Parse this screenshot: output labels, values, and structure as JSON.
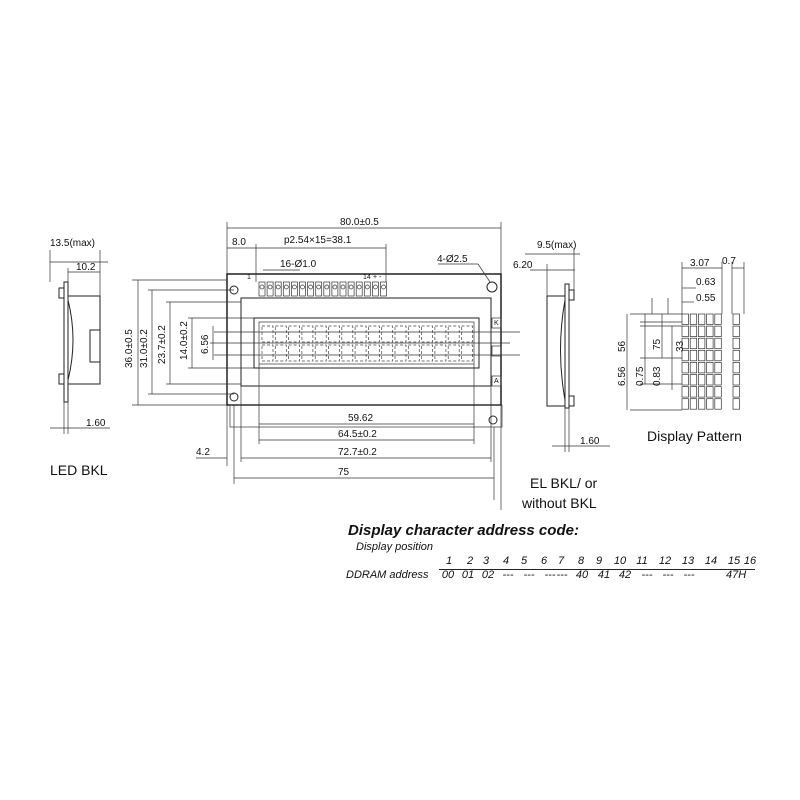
{
  "labels": {
    "led_bkl": "LED BKL",
    "el_bkl_line1": "EL BKL/ or",
    "el_bkl_line2": "without BKL",
    "display_pattern": "Display Pattern"
  },
  "dimensions": {
    "d_13_5_max": "13.5(max)",
    "d_10_2": "10.2",
    "d_1_60_left": "1.60",
    "d_80": "80.0±0.5",
    "d_8_0": "8.0",
    "d_pitch": "p2.54×15=38.1",
    "d_16_holes": "16-Ø1.0",
    "d_4_holes": "4-Ø2.5",
    "pin_1": "1",
    "pin_14": "14",
    "pin_sign": "+ -",
    "d_36": "36.0±0.5",
    "d_31": "31.0±0.2",
    "d_23_7": "23.7±0.2",
    "d_14": "14.0±0.2",
    "d_6_56_mid": "6.56",
    "d_59_62": "59.62",
    "d_64_5": "64.5±0.2",
    "d_72_7": "72.7±0.2",
    "d_75": "75",
    "d_4_2": "4.2",
    "pin_k": "K",
    "pin_a": "A",
    "d_9_5_max": "9.5(max)",
    "d_6_20": "6.20",
    "d_1_60_right": "1.60",
    "d_3_07": "3.07",
    "d_0_7": "0.7",
    "d_0_63": "0.63",
    "d_0_55": "0.55",
    "d_6_56_pat": "6.56",
    "d_5_56": "56",
    "d_0_75": "0.75",
    "d_0_83": "0.83",
    "d_33": "33"
  },
  "address_table": {
    "title": "Display character address code:",
    "position_label": "Display position",
    "ddram_label": "DDRAM address",
    "positions": [
      "1",
      "2",
      "3",
      "4",
      "5",
      "6",
      "7",
      "8",
      "9",
      "10",
      "11",
      "12",
      "13",
      "14",
      "15",
      "16"
    ],
    "addresses": [
      "00",
      "01",
      "02",
      "---",
      "---",
      "---",
      "---",
      "40",
      "41",
      "42",
      "---",
      "---",
      "---",
      "",
      "47H"
    ]
  }
}
